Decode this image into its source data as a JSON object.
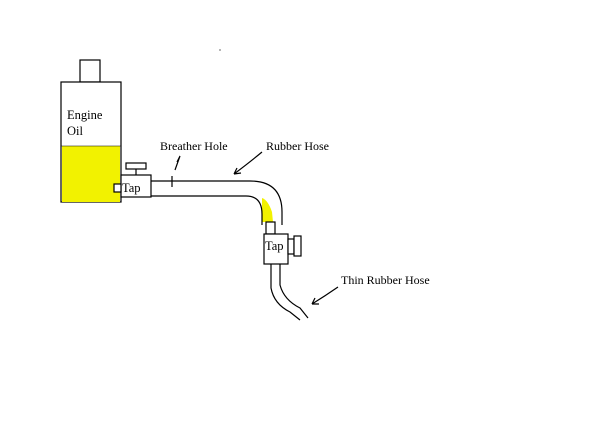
{
  "diagram": {
    "tank_label_line1": "Engine",
    "tank_label_line2": "Oil",
    "tap_label_left": "Tap",
    "tap_label_lower": "Tap",
    "breather_label": "Breather Hole",
    "rubber_hose_label": "Rubber Hose",
    "thin_hose_label": "Thin Rubber Hose"
  },
  "colors": {
    "oil": "#f2f200",
    "line": "#000000",
    "background": "#ffffff"
  }
}
